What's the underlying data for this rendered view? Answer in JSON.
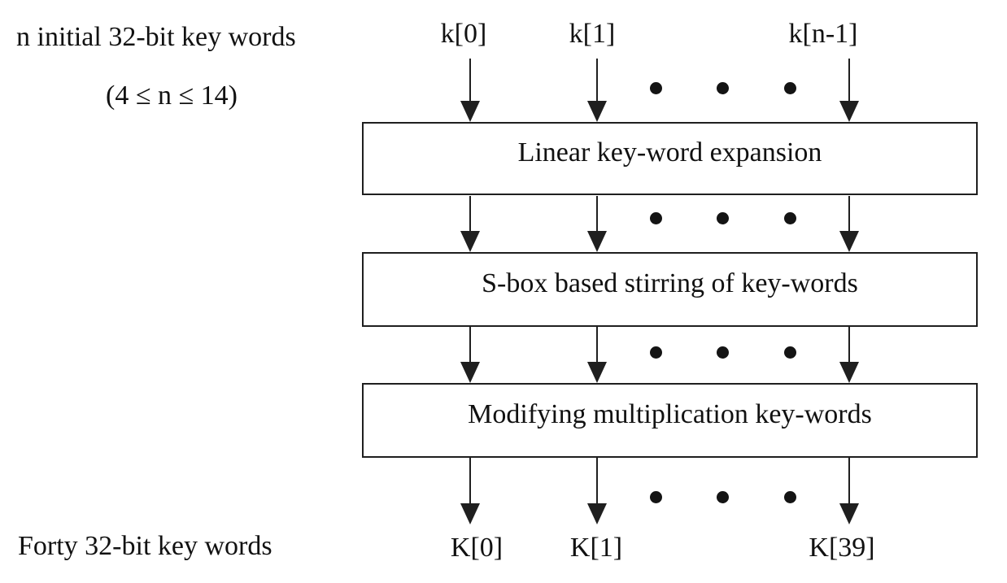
{
  "side_labels": {
    "top_line1": "n initial 32-bit key words",
    "top_line2": "(4 ≤ n ≤ 14)",
    "bottom": "Forty 32-bit key words"
  },
  "inputs": [
    "k[0]",
    "k[1]",
    "k[n-1]"
  ],
  "stages": [
    "Linear key-word expansion",
    "S-box based stirring of key-words",
    "Modifying multiplication key-words"
  ],
  "outputs": [
    "K[0]",
    "K[1]",
    "K[39]"
  ],
  "colors": {
    "stroke": "#1f1f1f",
    "text": "#111111",
    "background": "#ffffff"
  }
}
